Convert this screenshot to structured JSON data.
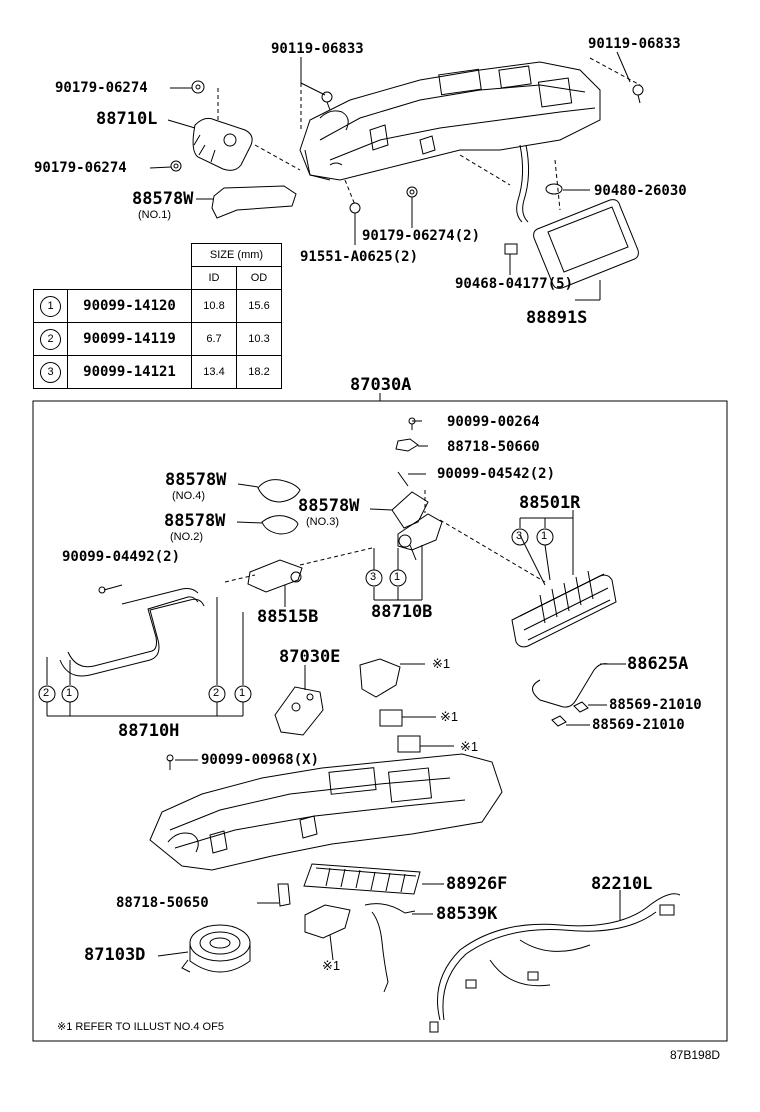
{
  "labels": {
    "p90119_06833_a": "90119-06833",
    "p90119_06833_b": "90119-06833",
    "p90179_06274_a": "90179-06274",
    "p88710L": "88710L",
    "p90179_06274_b": "90179-06274",
    "p88578W_1": "88578W",
    "no1": "(NO.1)",
    "p90480_26030": "90480-26030",
    "p90179_06274_2": "90179-06274(2)",
    "p91551_A0625": "91551-A0625(2)",
    "p90468_04177": "90468-04177(5)",
    "p88891S": "88891S",
    "p87030A": "87030A",
    "p90099_00264": "90099-00264",
    "p88718_50660": "88718-50660",
    "p90099_04542": "90099-04542(2)",
    "p88578W_4": "88578W",
    "no4": "(NO.4)",
    "p88578W_3": "88578W",
    "no3": "(NO.3)",
    "p88501R": "88501R",
    "p88578W_2": "88578W",
    "no2": "(NO.2)",
    "p90099_04492": "90099-04492(2)",
    "p88515B": "88515B",
    "p88710B": "88710B",
    "p87030E": "87030E",
    "p88625A": "88625A",
    "p88569_21010_a": "88569-21010",
    "p88569_21010_b": "88569-21010",
    "p88710H": "88710H",
    "p90099_00968": "90099-00968(X)",
    "p88926F": "88926F",
    "p88718_50650": "88718-50650",
    "p82210L": "82210L",
    "p88539K": "88539K",
    "p87103D": "87103D",
    "ref1": "※1",
    "ref2": "※1",
    "ref3": "※1",
    "ref4": "※1",
    "footnote": "※1 REFER TO ILLUST NO.4 OF5",
    "illust_code": "87B198D"
  },
  "callouts": {
    "c1": "1",
    "c2": "3",
    "c3": "1",
    "c4": "3",
    "c5": "1",
    "c6": "2",
    "c7": "1",
    "c8": "2",
    "c9": "1"
  },
  "size_table": {
    "header": "SIZE (mm)",
    "col_id": "ID",
    "col_od": "OD",
    "rows": [
      {
        "num": "1",
        "part": "90099-14120",
        "id": "10.8",
        "od": "15.6"
      },
      {
        "num": "2",
        "part": "90099-14119",
        "id": "6.7",
        "od": "10.3"
      },
      {
        "num": "3",
        "part": "90099-14121",
        "id": "13.4",
        "od": "18.2"
      }
    ]
  }
}
